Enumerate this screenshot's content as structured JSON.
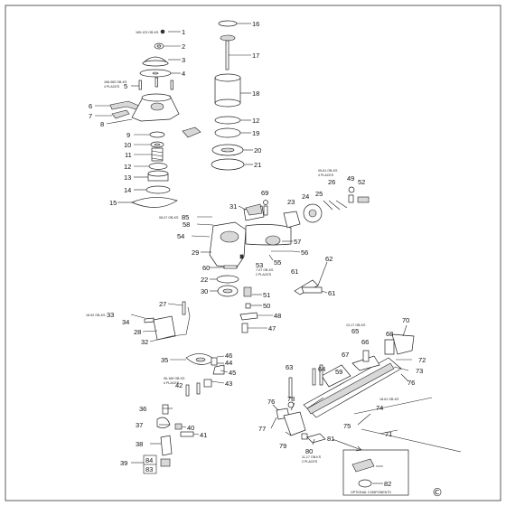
{
  "callouts": [
    "1",
    "2",
    "3",
    "4",
    "5",
    "6",
    "7",
    "8",
    "9",
    "10",
    "11",
    "12",
    "13",
    "14",
    "15",
    "16",
    "17",
    "18",
    "12",
    "19",
    "20",
    "21",
    "22",
    "23",
    "24",
    "25",
    "26",
    "27",
    "28",
    "29",
    "30",
    "31",
    "32",
    "33",
    "34",
    "35",
    "36",
    "37",
    "38",
    "39",
    "40",
    "41",
    "42",
    "43",
    "44",
    "45",
    "46",
    "47",
    "48",
    "49",
    "50",
    "51",
    "52",
    "53",
    "54",
    "55",
    "56",
    "57",
    "58",
    "59",
    "60",
    "61",
    "61",
    "62",
    "63",
    "64",
    "65",
    "66",
    "67",
    "68",
    "69",
    "70",
    "71",
    "72",
    "73",
    "74",
    "75",
    "76",
    "76",
    "77",
    "78",
    "79",
    "80",
    "81",
    "82",
    "83",
    "84",
    "85"
  ],
  "notes": {
    "n1": "169-123 OB-KS",
    "n5a": "166-060 OB-KS",
    "n5b": "4 PLACES",
    "n85": "08-07 OB-KS",
    "n25a": "05-61 OB-KS",
    "n25b": "4 PLACES",
    "n53a": "7-07 OB-KS",
    "n53b": "2 PLACES",
    "n33": "18-92 OB-KS",
    "n42a": "06-189 OB-KS",
    "n42b": "4 PLACES",
    "n65": "13-17 OB-KS",
    "n74": "18-61 OB-KS",
    "n80a": "11-17 OB-KS",
    "n80b": "2 PLACES"
  },
  "optional_label": "OPTIONAL COMPONENTS",
  "copyright_symbol": "©"
}
